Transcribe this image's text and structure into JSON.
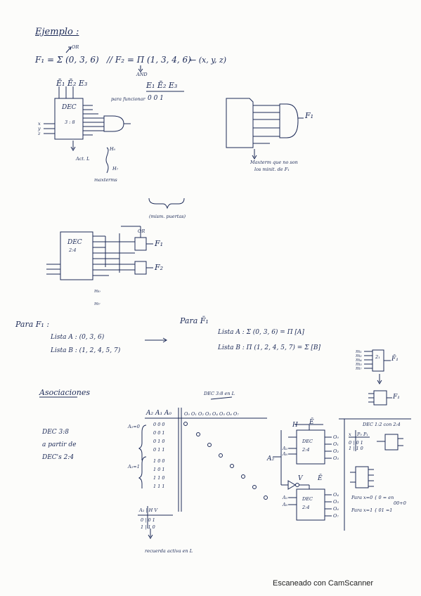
{
  "title": "Ejemplo :",
  "formulas": {
    "f1": "F₁ = Σ (0, 3, 6)",
    "or_label": "OR",
    "f2": "// F₂ = Π (1, 3, 4, 6)",
    "and_label": "AND",
    "vars": "← (x, y, z)"
  },
  "enables": {
    "labels": "Ē₁ Ē₂ E₃",
    "table_header": "E₁  Ē₂  E₃",
    "para_funcionar": "para funcionar",
    "table_values": "0   0   1"
  },
  "dec38": {
    "label": "DEC",
    "size": "3 : 8",
    "inputs": [
      "x",
      "y",
      "z"
    ],
    "act_l": "Act. L",
    "h_first": "H₀",
    "h_last": "H₇",
    "maxterm": "maxterms"
  },
  "right_note": [
    "Maxterm que no son",
    "los minit. de F₁"
  ],
  "f1_right": "F₁",
  "brace_note": "(mism. puertas)",
  "dec24": {
    "label": "DEC",
    "size": "2:4",
    "or_label": "OR",
    "f1": "F₁",
    "f2": "F₂",
    "m0": "m₀",
    "m7": "m₇"
  },
  "para_f1": {
    "heading": "Para F₁ :",
    "lista_a": "Lista  A :  (0, 3, 6)",
    "lista_b": "Lista  B :  (1, 2, 4, 5, 7)"
  },
  "para_f1bar": {
    "heading": "Para F̄₁",
    "lista_a": "Lista  A :  Σ (0, 3, 6) = Π [A]",
    "lista_b": "Lista  B :  Π (1, 2, 4, 5, 7) = Σ [B]"
  },
  "small_right": {
    "m_labels": [
      "m₁",
      "m₂",
      "m₄",
      "m₅",
      "m₇"
    ],
    "gate": "2₁",
    "out": "F̄₁",
    "out2": "F₁"
  },
  "asociaciones": {
    "title": "Asociaciones",
    "dec_note": "DEC 3:8  en L",
    "desc": [
      "DEC 3:8",
      "a partir de",
      "DEC's 2:4"
    ],
    "cols": "A₂ A₁ A₀",
    "outs": "O₀ O₁ O₂ O₃ O₄ O₅ O₆ O₇",
    "row_a0": "A₂=0",
    "row_a1": "A₂=1",
    "bits": [
      "0 0 0",
      "0 0 1",
      "0 1 0",
      "0 1 1",
      "1 0 0",
      "1 0 1",
      "1 1 0",
      "1 1 1"
    ],
    "zero": "0"
  },
  "hv_table": {
    "header": "A₂ | H V",
    "r0": "0 | 0 1",
    "r1": "1 | 1 0",
    "note": "recuerda activa en L"
  },
  "circuit_right": {
    "h": "H",
    "ebar": "Ē",
    "a1": "A₁",
    "a0": "A₀",
    "a2": "A₂",
    "a1b": "A₁",
    "a0b": "A₀",
    "v": "V",
    "ebar2": "Ē",
    "dec_top": "DEC",
    "dec_top_size": "2:4",
    "dec_bot": "DEC",
    "dec_bot_size": "2:4",
    "outs_top": [
      "O₀",
      "O₁",
      "O₂",
      "O₃"
    ],
    "outs_bot": [
      "O₄",
      "O₅",
      "O₆",
      "O₇"
    ]
  },
  "dec12": {
    "title": "DEC 1:2  con 2:4",
    "x_label": "x",
    "p_label": "P₀ P₁",
    "rows": [
      "0 | 0 1",
      "1 | 1 0"
    ],
    "para0": "Para x=0 { 0 = en",
    "para0b": "00+0",
    "para1": "Para x=1 { 01 =1"
  },
  "watermark": "Escaneado con CamScanner"
}
